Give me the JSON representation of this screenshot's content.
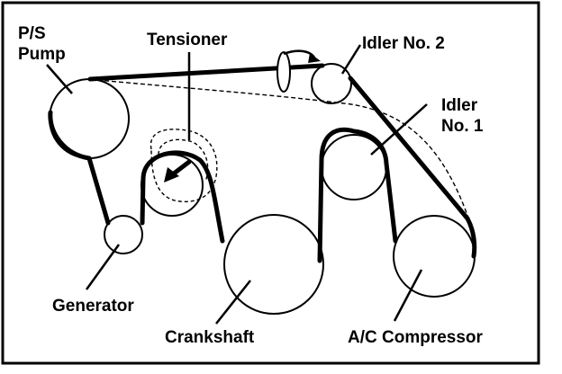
{
  "labels": {
    "ps_pump_line1": "P/S",
    "ps_pump_line2": "Pump",
    "tensioner": "Tensioner",
    "idler2": "Idler No. 2",
    "idler1_line1": "Idler",
    "idler1_line2": "No. 1",
    "generator": "Generator",
    "crankshaft": "Crankshaft",
    "ac_compressor": "A/C Compressor"
  },
  "colors": {
    "ink": "#000000",
    "background": "#ffffff"
  },
  "icons": {
    "rotation": "rotation-arrow-icon",
    "tension": "tension-arrow-icon"
  }
}
